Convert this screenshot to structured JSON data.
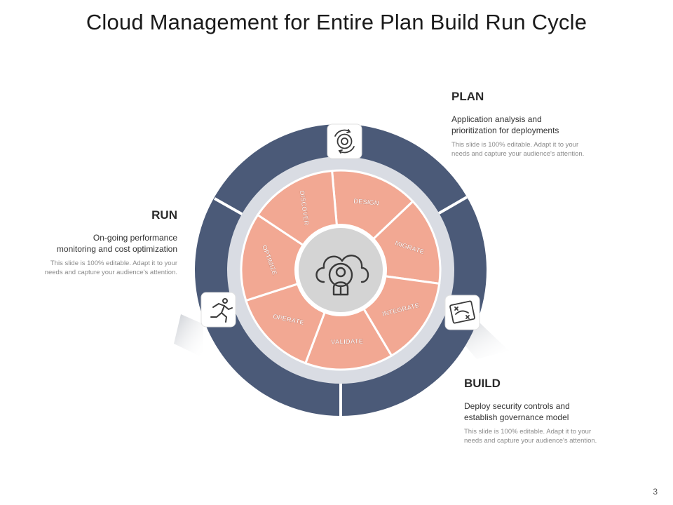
{
  "title": "Cloud Management for Entire Plan Build Run Cycle",
  "phases": [
    {
      "heading": "PLAN",
      "main": "Application analysis and\nprioritization for  deployments",
      "sub": "This slide is 100% editable.  Adapt it to your\nneeds and capture your audience's attention.",
      "icon": "gear-cycle-icon"
    },
    {
      "heading": "BUILD",
      "main": "Deploy security controls and\nestablish governance  model",
      "sub": "This slide is 100% editable.  Adapt it to your\nneeds and capture your audience's attention.",
      "icon": "strategy-board-icon"
    },
    {
      "heading": "RUN",
      "main": "On-going performance\nmonitoring and cost optimization",
      "sub": "This slide is 100% editable.  Adapt it to your\nneeds and capture your audience's attention.",
      "icon": "running-person-icon"
    }
  ],
  "segments": [
    "DESIGN",
    "MIGRATE",
    "INTEGRATE",
    "VALIDATE",
    "OPERATE",
    "OPTIMIZE",
    "DISCOVER"
  ],
  "center_icon": "cloud-gear-person-icon",
  "colors": {
    "outer_ring": "#4b5a78",
    "gray_ring": "#d9dce3",
    "segments": "#f2a893",
    "hub": "#d4d4d4",
    "text_dark": "#2a2a2a"
  },
  "page_number": "3"
}
